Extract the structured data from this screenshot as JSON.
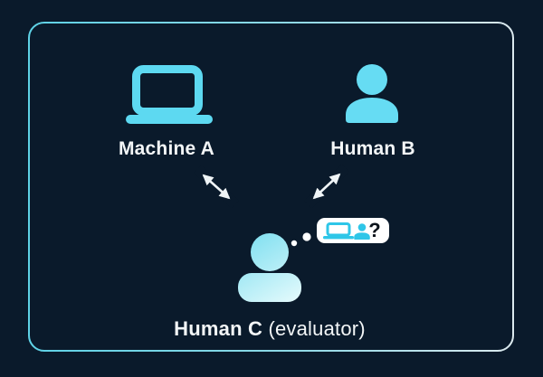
{
  "diagram": {
    "type": "turing-test-imitation-game",
    "top_section": {
      "machine": {
        "label": "Machine A",
        "icon": "laptop-icon"
      },
      "human_b": {
        "label": "Human B",
        "icon": "person-icon"
      }
    },
    "bottom_section": {
      "human_c": {
        "label": "Human C",
        "qualifier": " (evaluator)",
        "icon": "person-gradient-icon"
      },
      "thought_bubble": {
        "icons": [
          "laptop-icon",
          "person-icon"
        ],
        "question_mark": "?"
      }
    },
    "connections": [
      {
        "from": "machine-a",
        "to": "human-c",
        "style": "double-arrow"
      },
      {
        "from": "human-b",
        "to": "human-c",
        "style": "double-arrow"
      }
    ],
    "colors": {
      "background": "#0a1a2b",
      "accent_cyan": "#5dd9f1",
      "mini_icon_cyan": "#2ec6e8",
      "border_gradient_start": "#5ed2e6",
      "border_gradient_end": "#dbe9ee",
      "person_c_gradient_start": "#7edff0",
      "person_c_gradient_end": "#e4fafc",
      "bubble_background": "#ffffff",
      "label_text": "#f3f6f7",
      "question_mark_text": "#0c131b"
    }
  }
}
